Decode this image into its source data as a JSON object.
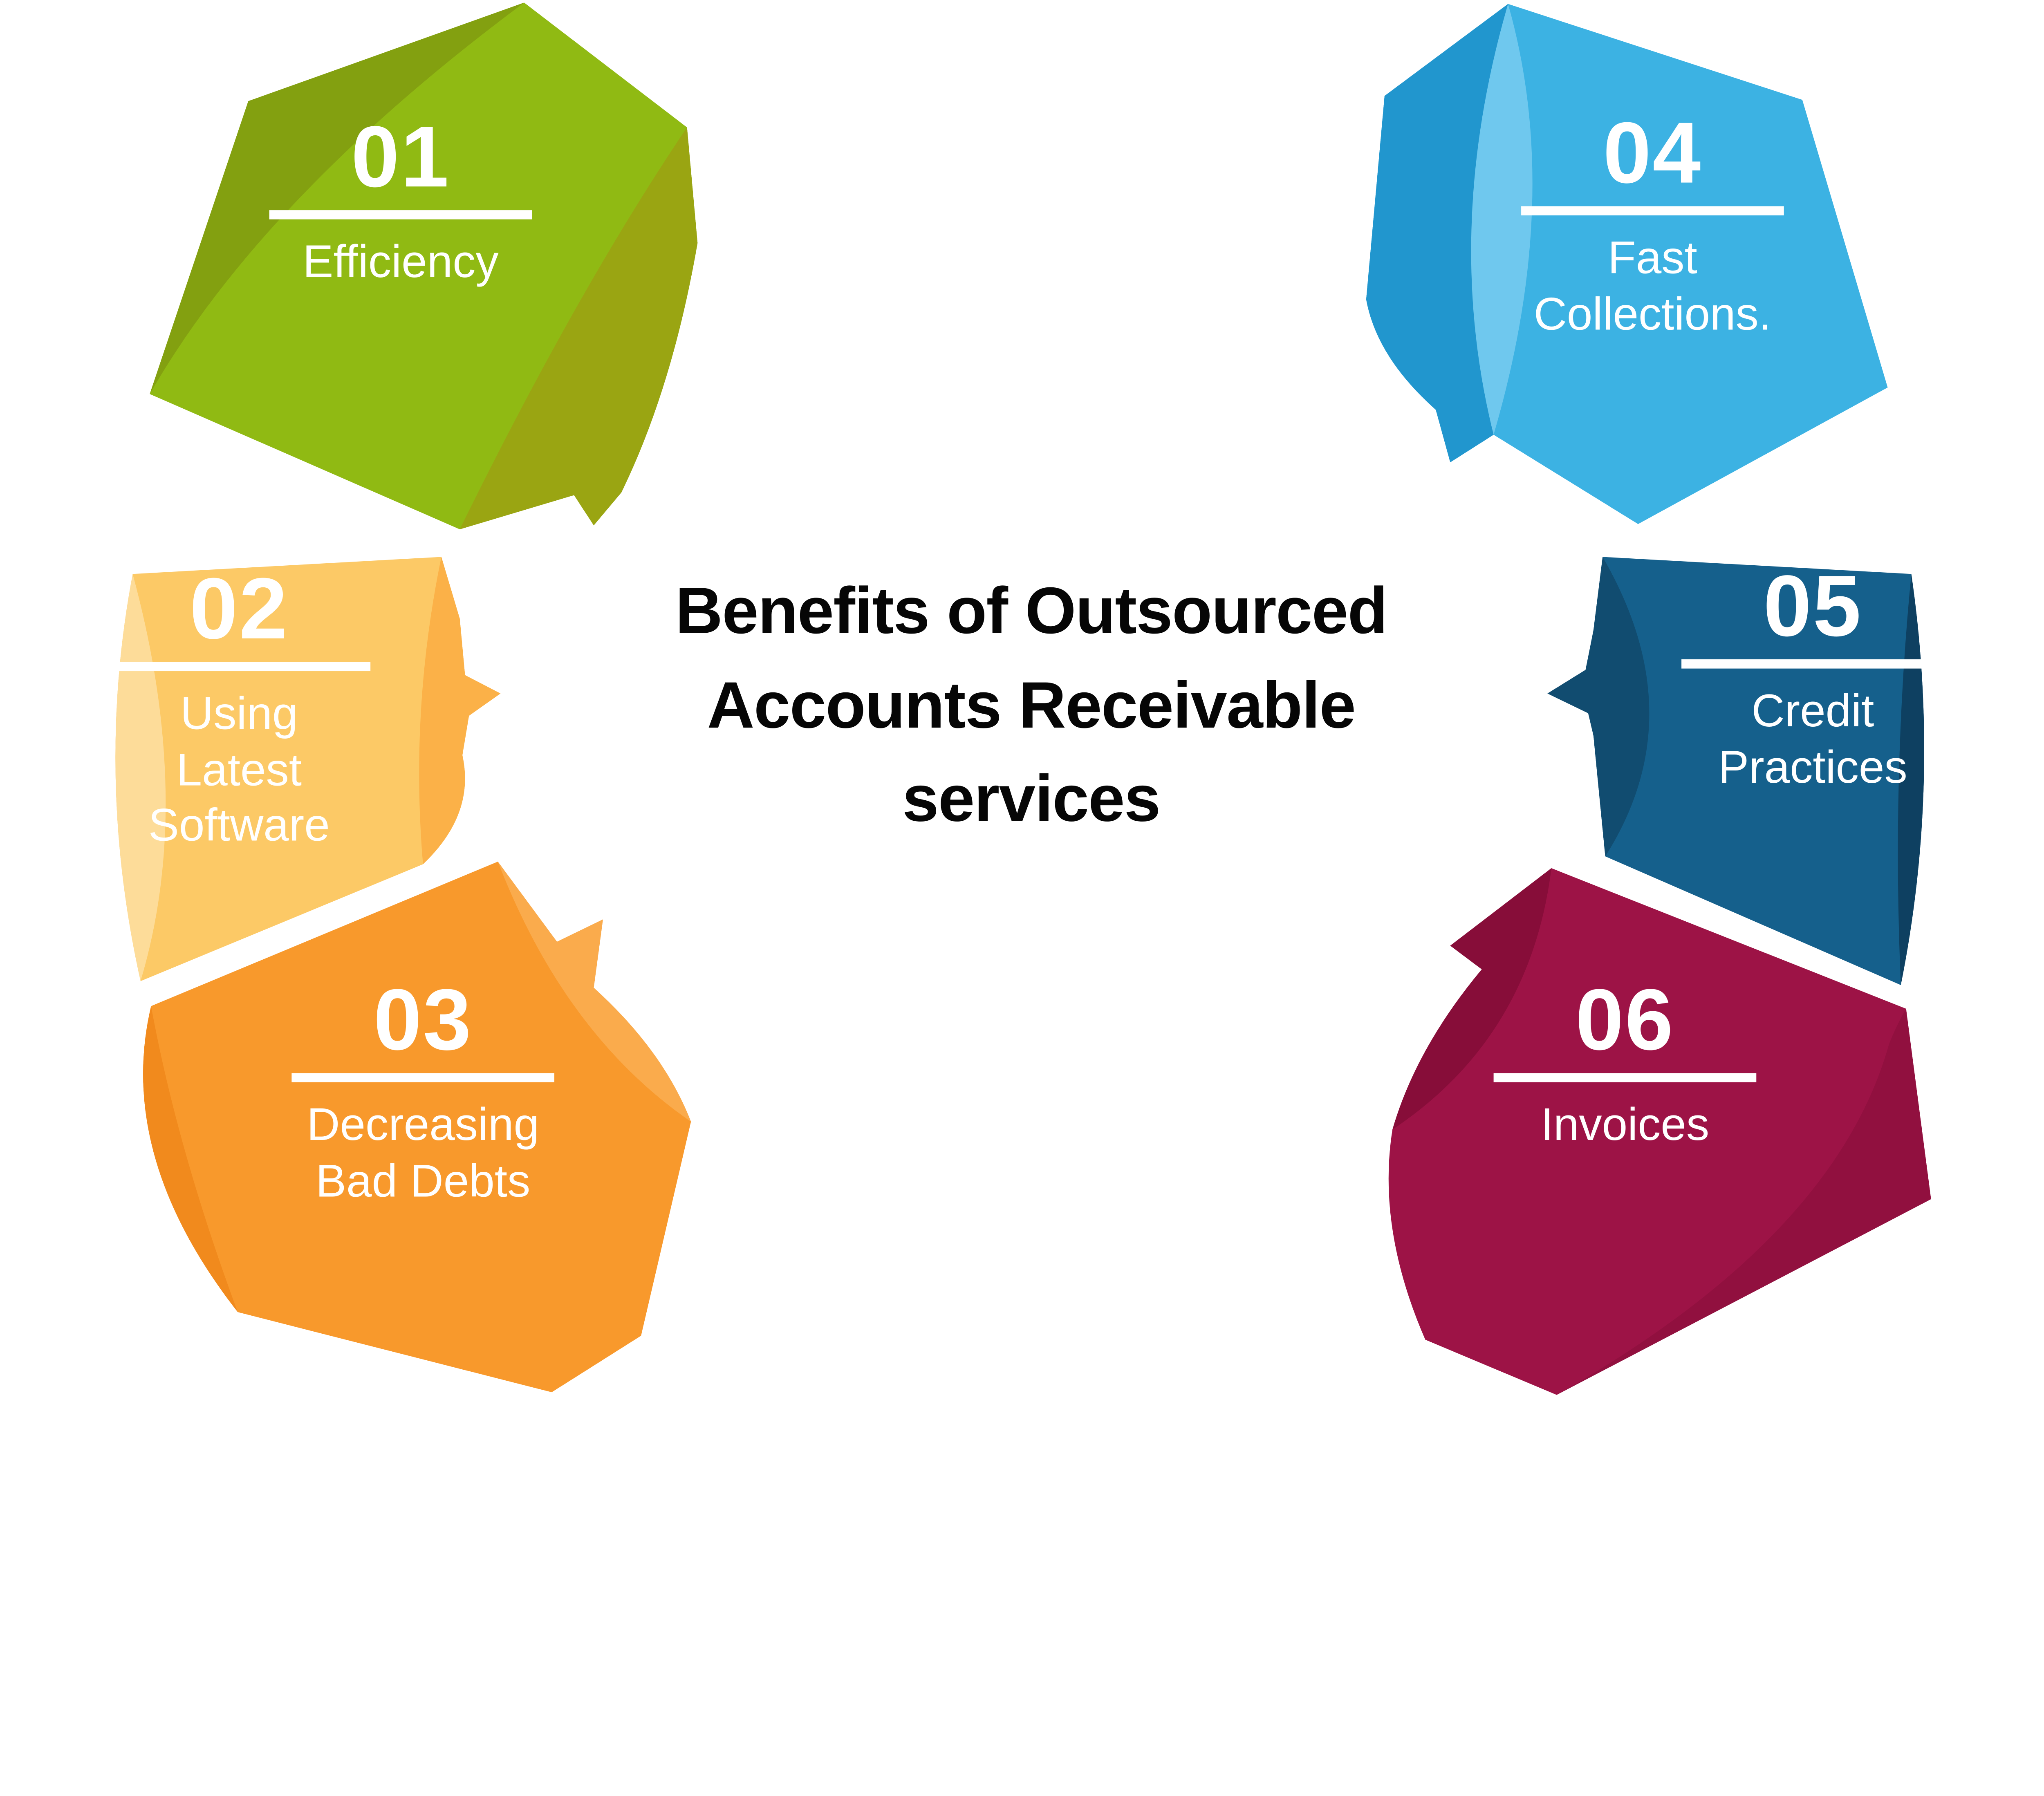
{
  "background": "#ffffff",
  "title": {
    "text": "Benefits of Outsourced\nAccounts Receivable\nservices",
    "color": "#060606"
  },
  "label_text_color": "#ffffff",
  "segments": [
    {
      "number": "01",
      "label": "Efficiency",
      "colors": {
        "base": "#90BA13",
        "band": "#9AA512",
        "shade": "#83A010"
      }
    },
    {
      "number": "02",
      "label": "Using\nLatest\nSoftware",
      "colors": {
        "base": "#FCC966",
        "band": "#FDDC99",
        "shade": "#FBB148"
      }
    },
    {
      "number": "03",
      "label": "Decreasing\nBad Debts",
      "colors": {
        "base": "#F8992C",
        "band": "#FAAB4C",
        "shade": "#F18A1D"
      }
    },
    {
      "number": "04",
      "label": "Fast\nCollections.",
      "colors": {
        "base": "#3CB2E3",
        "band": "#6FC8EE",
        "shade": "#2196CE"
      }
    },
    {
      "number": "05",
      "label": "Credit\nPractices",
      "colors": {
        "base": "#15608C",
        "band": "#114C70",
        "shade": "#0E4061"
      }
    },
    {
      "number": "06",
      "label": "Invoices",
      "colors": {
        "base": "#9D1346",
        "band": "#870D39",
        "shade": "#91103F"
      }
    }
  ]
}
